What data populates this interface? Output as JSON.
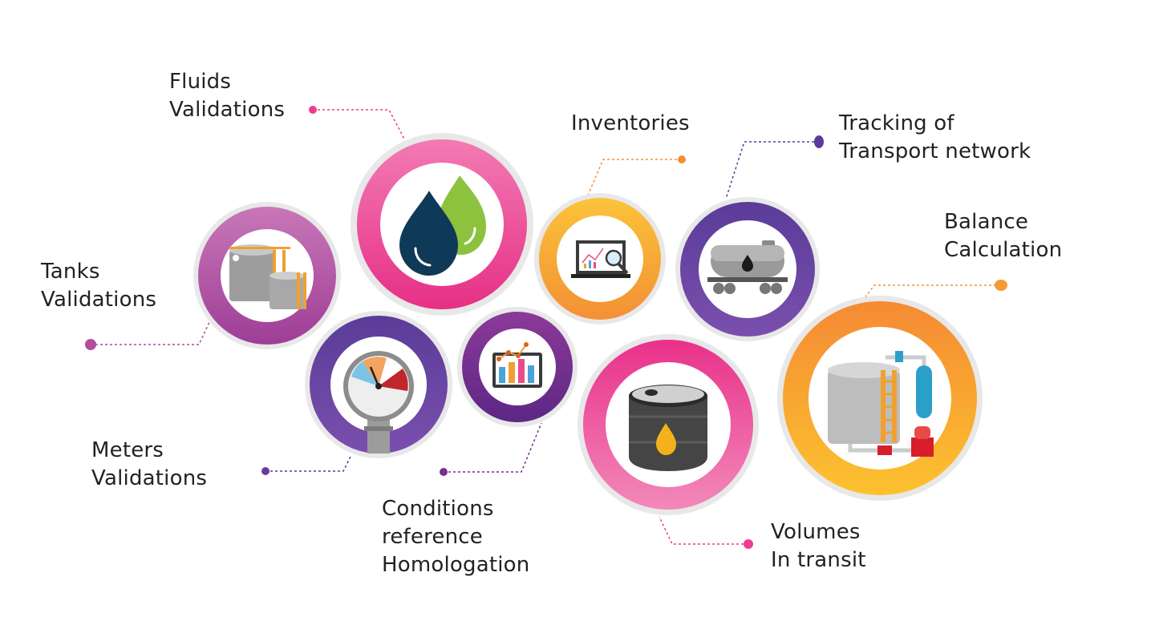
{
  "colors": {
    "pink": "#ec3e8e",
    "magenta": "#b24c9c",
    "purple": "#5b3a9a",
    "violet": "#7a2d8f",
    "orange": "#f5a33a",
    "yellow": "#fbbf2e",
    "grey": "#e6e6e6",
    "text": "#222222"
  },
  "nodes": [
    {
      "id": "fluids",
      "lines": [
        "Fluids",
        "Validations"
      ],
      "icon": "drops-icon",
      "ring": "pink"
    },
    {
      "id": "inventories",
      "lines": [
        "Inventories"
      ],
      "icon": "laptop-chart-icon",
      "ring": "orange"
    },
    {
      "id": "tracking",
      "lines": [
        "Tracking of",
        "Transport network"
      ],
      "icon": "tank-wagon-icon",
      "ring": "purple"
    },
    {
      "id": "balance",
      "lines": [
        "Balance",
        "Calculation"
      ],
      "icon": "plant-tank-icon",
      "ring": "orange"
    },
    {
      "id": "tanks",
      "lines": [
        "Tanks",
        "Validations"
      ],
      "icon": "storage-tanks-icon",
      "ring": "magenta"
    },
    {
      "id": "meters",
      "lines": [
        "Meters",
        "Validations"
      ],
      "icon": "pressure-gauge-icon",
      "ring": "purple"
    },
    {
      "id": "conditions",
      "lines": [
        "Conditions",
        "reference",
        "Homologation"
      ],
      "icon": "tablet-chart-icon",
      "ring": "violet"
    },
    {
      "id": "volumes",
      "lines": [
        "Volumes",
        "In transit"
      ],
      "icon": "oil-barrel-icon",
      "ring": "pink"
    }
  ]
}
